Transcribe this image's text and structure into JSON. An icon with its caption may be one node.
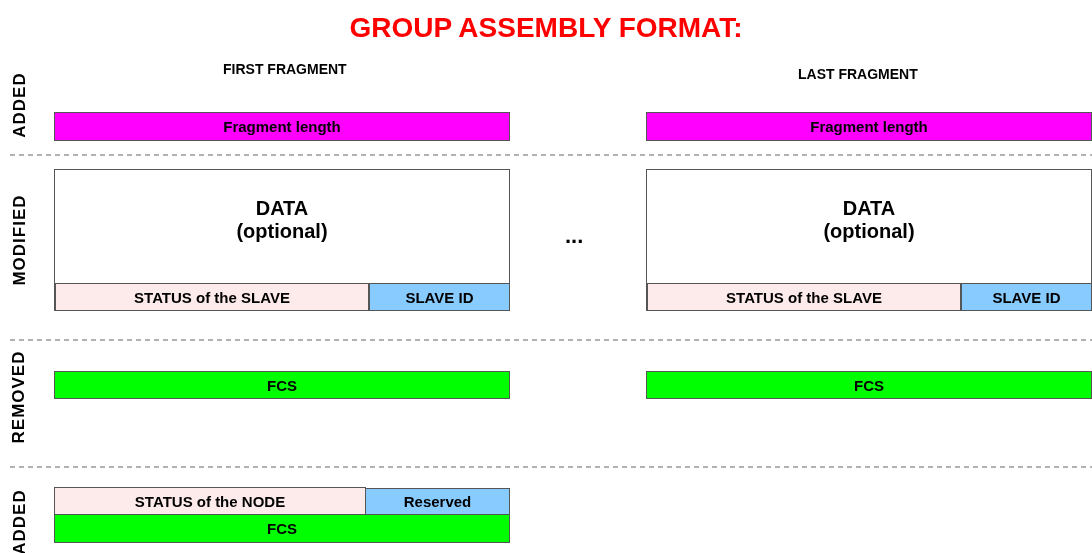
{
  "diagram": {
    "title": "GROUP ASSEMBLY FORMAT:",
    "nodes": [
      {
        "text": [
          "Fragment length"
        ]
      },
      {
        "text": [
          "Fragment length"
        ]
      },
      {
        "text": [
          "DATA",
          "(optional)"
        ]
      },
      {
        "text": [
          "STATUS of the SLAVE"
        ],
        "in": 2
      },
      {
        "text": [
          "SLAVE ID"
        ],
        "in": 2
      },
      {
        "text": [
          "DATA",
          "(optional)"
        ]
      },
      {
        "text": [
          "STATUS of the SLAVE"
        ],
        "in": 5
      },
      {
        "text": [
          "SLAVE ID"
        ],
        "in": 5
      },
      {
        "text": [
          "FCS"
        ]
      },
      {
        "text": [
          "FCS"
        ]
      },
      {
        "text": [
          "STATUS of the NODE"
        ]
      },
      {
        "text": [
          "Reserved"
        ]
      },
      {
        "text": [
          "FCS"
        ]
      }
    ],
    "edges": [],
    "labels": [
      "ADDED",
      "FIRST FRAGMENT",
      "LAST FRAGMENT",
      "MODIFIED",
      "...",
      "REMOVED",
      "ADDED"
    ]
  }
}
